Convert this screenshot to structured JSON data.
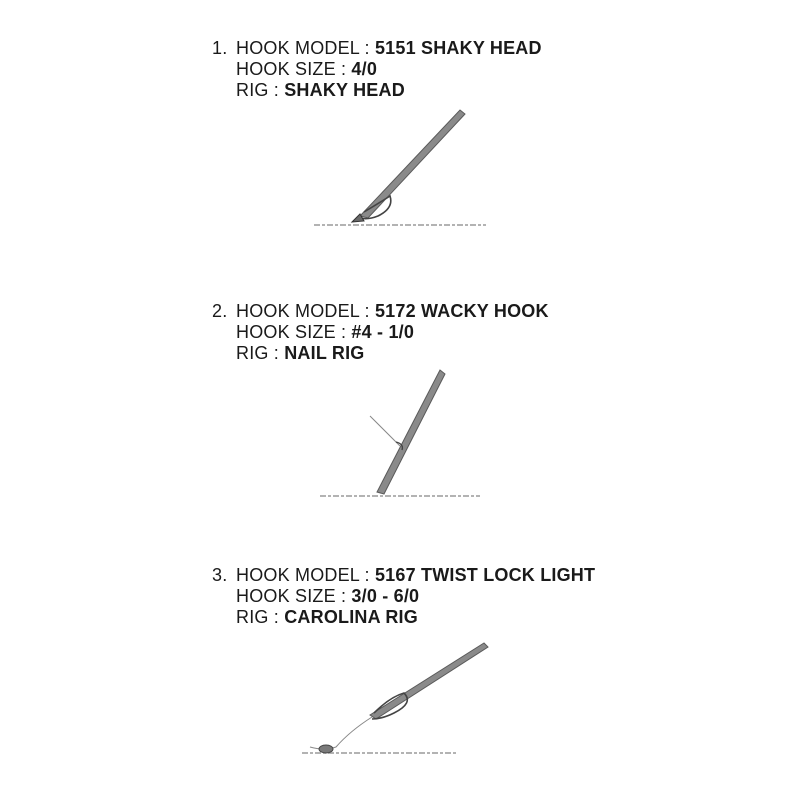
{
  "entries": [
    {
      "number": "1.",
      "model_label": "HOOK MODEL : ",
      "model_value": "5151 SHAKY HEAD",
      "size_label": "HOOK SIZE : ",
      "size_value": "4/0",
      "rig_label": "RIG : ",
      "rig_value": "SHAKY HEAD",
      "illustration": "shaky-head-rig-icon"
    },
    {
      "number": "2.",
      "model_label": "HOOK MODEL : ",
      "model_value": "5172 WACKY HOOK",
      "size_label": "HOOK SIZE : ",
      "size_value": "#4 - 1/0",
      "rig_label": "RIG : ",
      "rig_value": "NAIL RIG",
      "illustration": "nail-rig-icon"
    },
    {
      "number": "3.",
      "model_label": "HOOK MODEL : ",
      "model_value": "5167 TWIST LOCK LIGHT",
      "size_label": "HOOK SIZE : ",
      "size_value": "3/0 - 6/0",
      "rig_label": "RIG : ",
      "rig_value": "CAROLINA RIG",
      "illustration": "carolina-rig-icon"
    }
  ],
  "colors": {
    "text": "#1a1a1a",
    "worm": "#8a8a8a",
    "worm_dark": "#5a5a5a",
    "ground": "#9a9a9a"
  }
}
